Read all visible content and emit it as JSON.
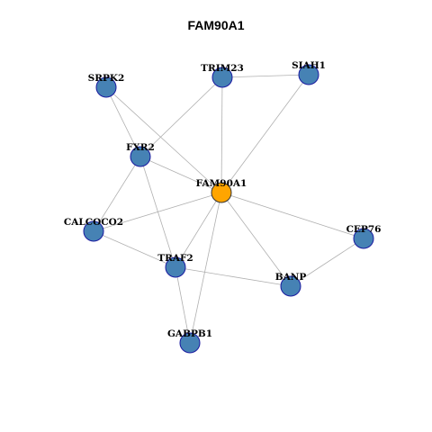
{
  "title": "FAM90A1",
  "colors": {
    "hub": "#FFA500",
    "node": "#4682B4",
    "edge": "#b0b0b0"
  },
  "nodes": [
    {
      "id": "FAM90A1",
      "label": "FAM90A1",
      "hub": true
    },
    {
      "id": "TRIM23",
      "label": "TRIM23"
    },
    {
      "id": "SIAH1",
      "label": "SIAH1"
    },
    {
      "id": "SRPK2",
      "label": "SRPK2"
    },
    {
      "id": "FXR2",
      "label": "FXR2"
    },
    {
      "id": "CALCOCO2",
      "label": "CALCOCO2"
    },
    {
      "id": "CEP76",
      "label": "CEP76"
    },
    {
      "id": "TRAF2",
      "label": "TRAF2"
    },
    {
      "id": "BANP",
      "label": "BANP"
    },
    {
      "id": "GABPB1",
      "label": "GABPB1"
    }
  ],
  "edges": [
    [
      "FAM90A1",
      "TRIM23"
    ],
    [
      "FAM90A1",
      "SIAH1"
    ],
    [
      "FAM90A1",
      "SRPK2"
    ],
    [
      "FAM90A1",
      "FXR2"
    ],
    [
      "FAM90A1",
      "CALCOCO2"
    ],
    [
      "FAM90A1",
      "CEP76"
    ],
    [
      "FAM90A1",
      "TRAF2"
    ],
    [
      "FAM90A1",
      "BANP"
    ],
    [
      "FAM90A1",
      "GABPB1"
    ],
    [
      "TRIM23",
      "SIAH1"
    ],
    [
      "TRIM23",
      "FXR2"
    ],
    [
      "SRPK2",
      "FXR2"
    ],
    [
      "FXR2",
      "CALCOCO2"
    ],
    [
      "FXR2",
      "TRAF2"
    ],
    [
      "CALCOCO2",
      "TRAF2"
    ],
    [
      "TRAF2",
      "BANP"
    ],
    [
      "TRAF2",
      "GABPB1"
    ],
    [
      "CEP76",
      "BANP"
    ]
  ]
}
